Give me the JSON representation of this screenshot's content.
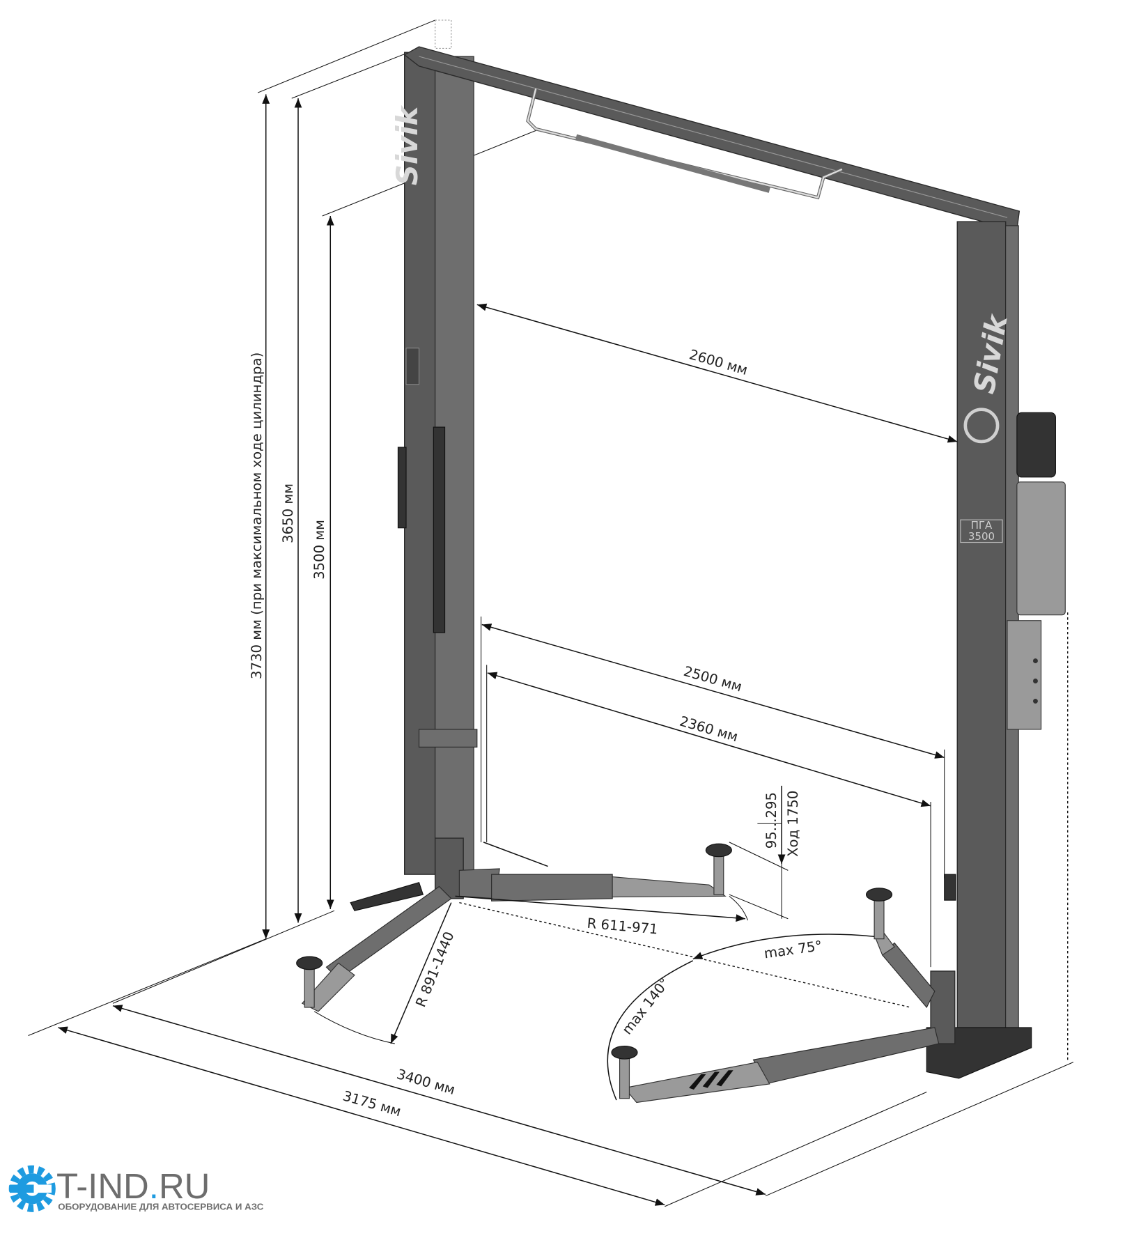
{
  "dimensions": {
    "height_max": "3730 мм (при максимальном ходе цилиндра)",
    "height_column": "3650 мм",
    "height_clearance": "3500 мм",
    "width_between_columns_top": "2600 мм",
    "width_outer": "2500 мм",
    "width_inner": "2360 мм",
    "pad_height": "95...295",
    "stroke": "Ход 1750",
    "short_arm_radius": "R 611-971",
    "long_arm_radius": "R 891-1440",
    "angle_short": "max 75°",
    "angle_long": "max 140°",
    "base_width": "3400 мм",
    "base_depth": "3175 мм"
  },
  "product": {
    "brand": "Sivik",
    "plate_top": "ПГА",
    "plate_model": "3500"
  },
  "watermark": {
    "name_prefix": "T-IND",
    "name_dot": ".",
    "name_suffix": "RU",
    "tagline": "ОБОРУДОВАНИЕ ДЛЯ АВТОСЕРВИСА И АЗС",
    "gear_color": "#1e9be0",
    "text_color": "#6d6d6d"
  }
}
